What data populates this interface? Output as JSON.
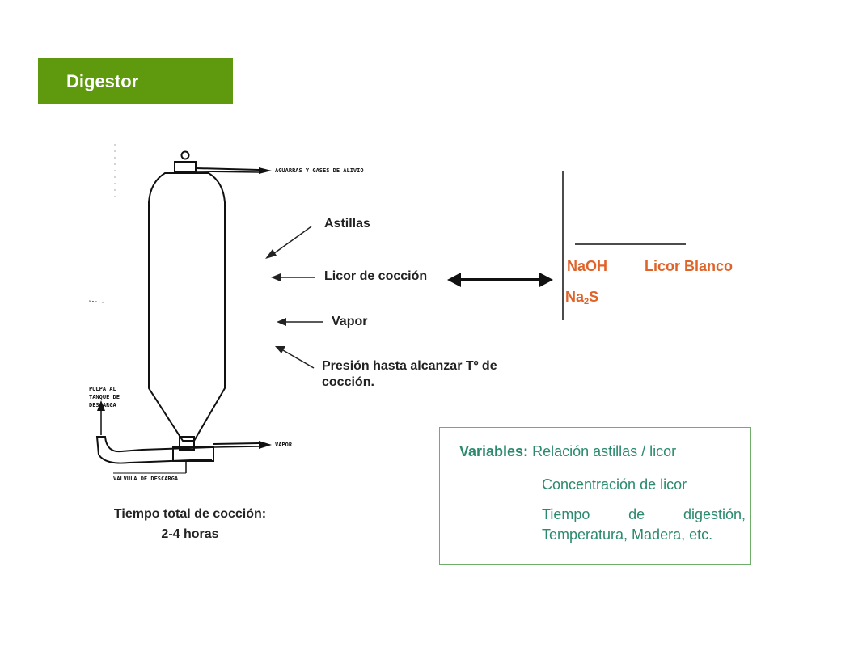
{
  "title": "Digestor",
  "diagram_labels": {
    "top": "AGUARRAS Y GASES DE ALIVIO",
    "pulp": [
      "PULPA AL",
      "TANQUE DE",
      "DESCARGA"
    ],
    "steam": "VAPOR",
    "valve": "VALVULA DE DESCARGA"
  },
  "arrows": {
    "astillas": "Astillas",
    "licor": "Licor de cocción",
    "vapor": "Vapor",
    "presion_line1": "Presión hasta alcanzar Tº de",
    "presion_line2": "cocción."
  },
  "chem": {
    "naoh": "NaOH",
    "licor_blanco": "Licor Blanco",
    "na": "Na",
    "sub2": "2",
    "s": "S"
  },
  "cooking_time": {
    "line1": "Tiempo total de cocción:",
    "line2": "2-4 horas"
  },
  "variables": {
    "label": "Variables:",
    "item1": "Relación astillas / licor",
    "item2": "Concentración de licor",
    "item3a": "Tiempo de digestión,",
    "item3b": "Temperatura, Madera, etc."
  },
  "colors": {
    "title_bg": "#5f9a0e",
    "orange": "#e0642a",
    "teal": "#2b8a6e"
  }
}
